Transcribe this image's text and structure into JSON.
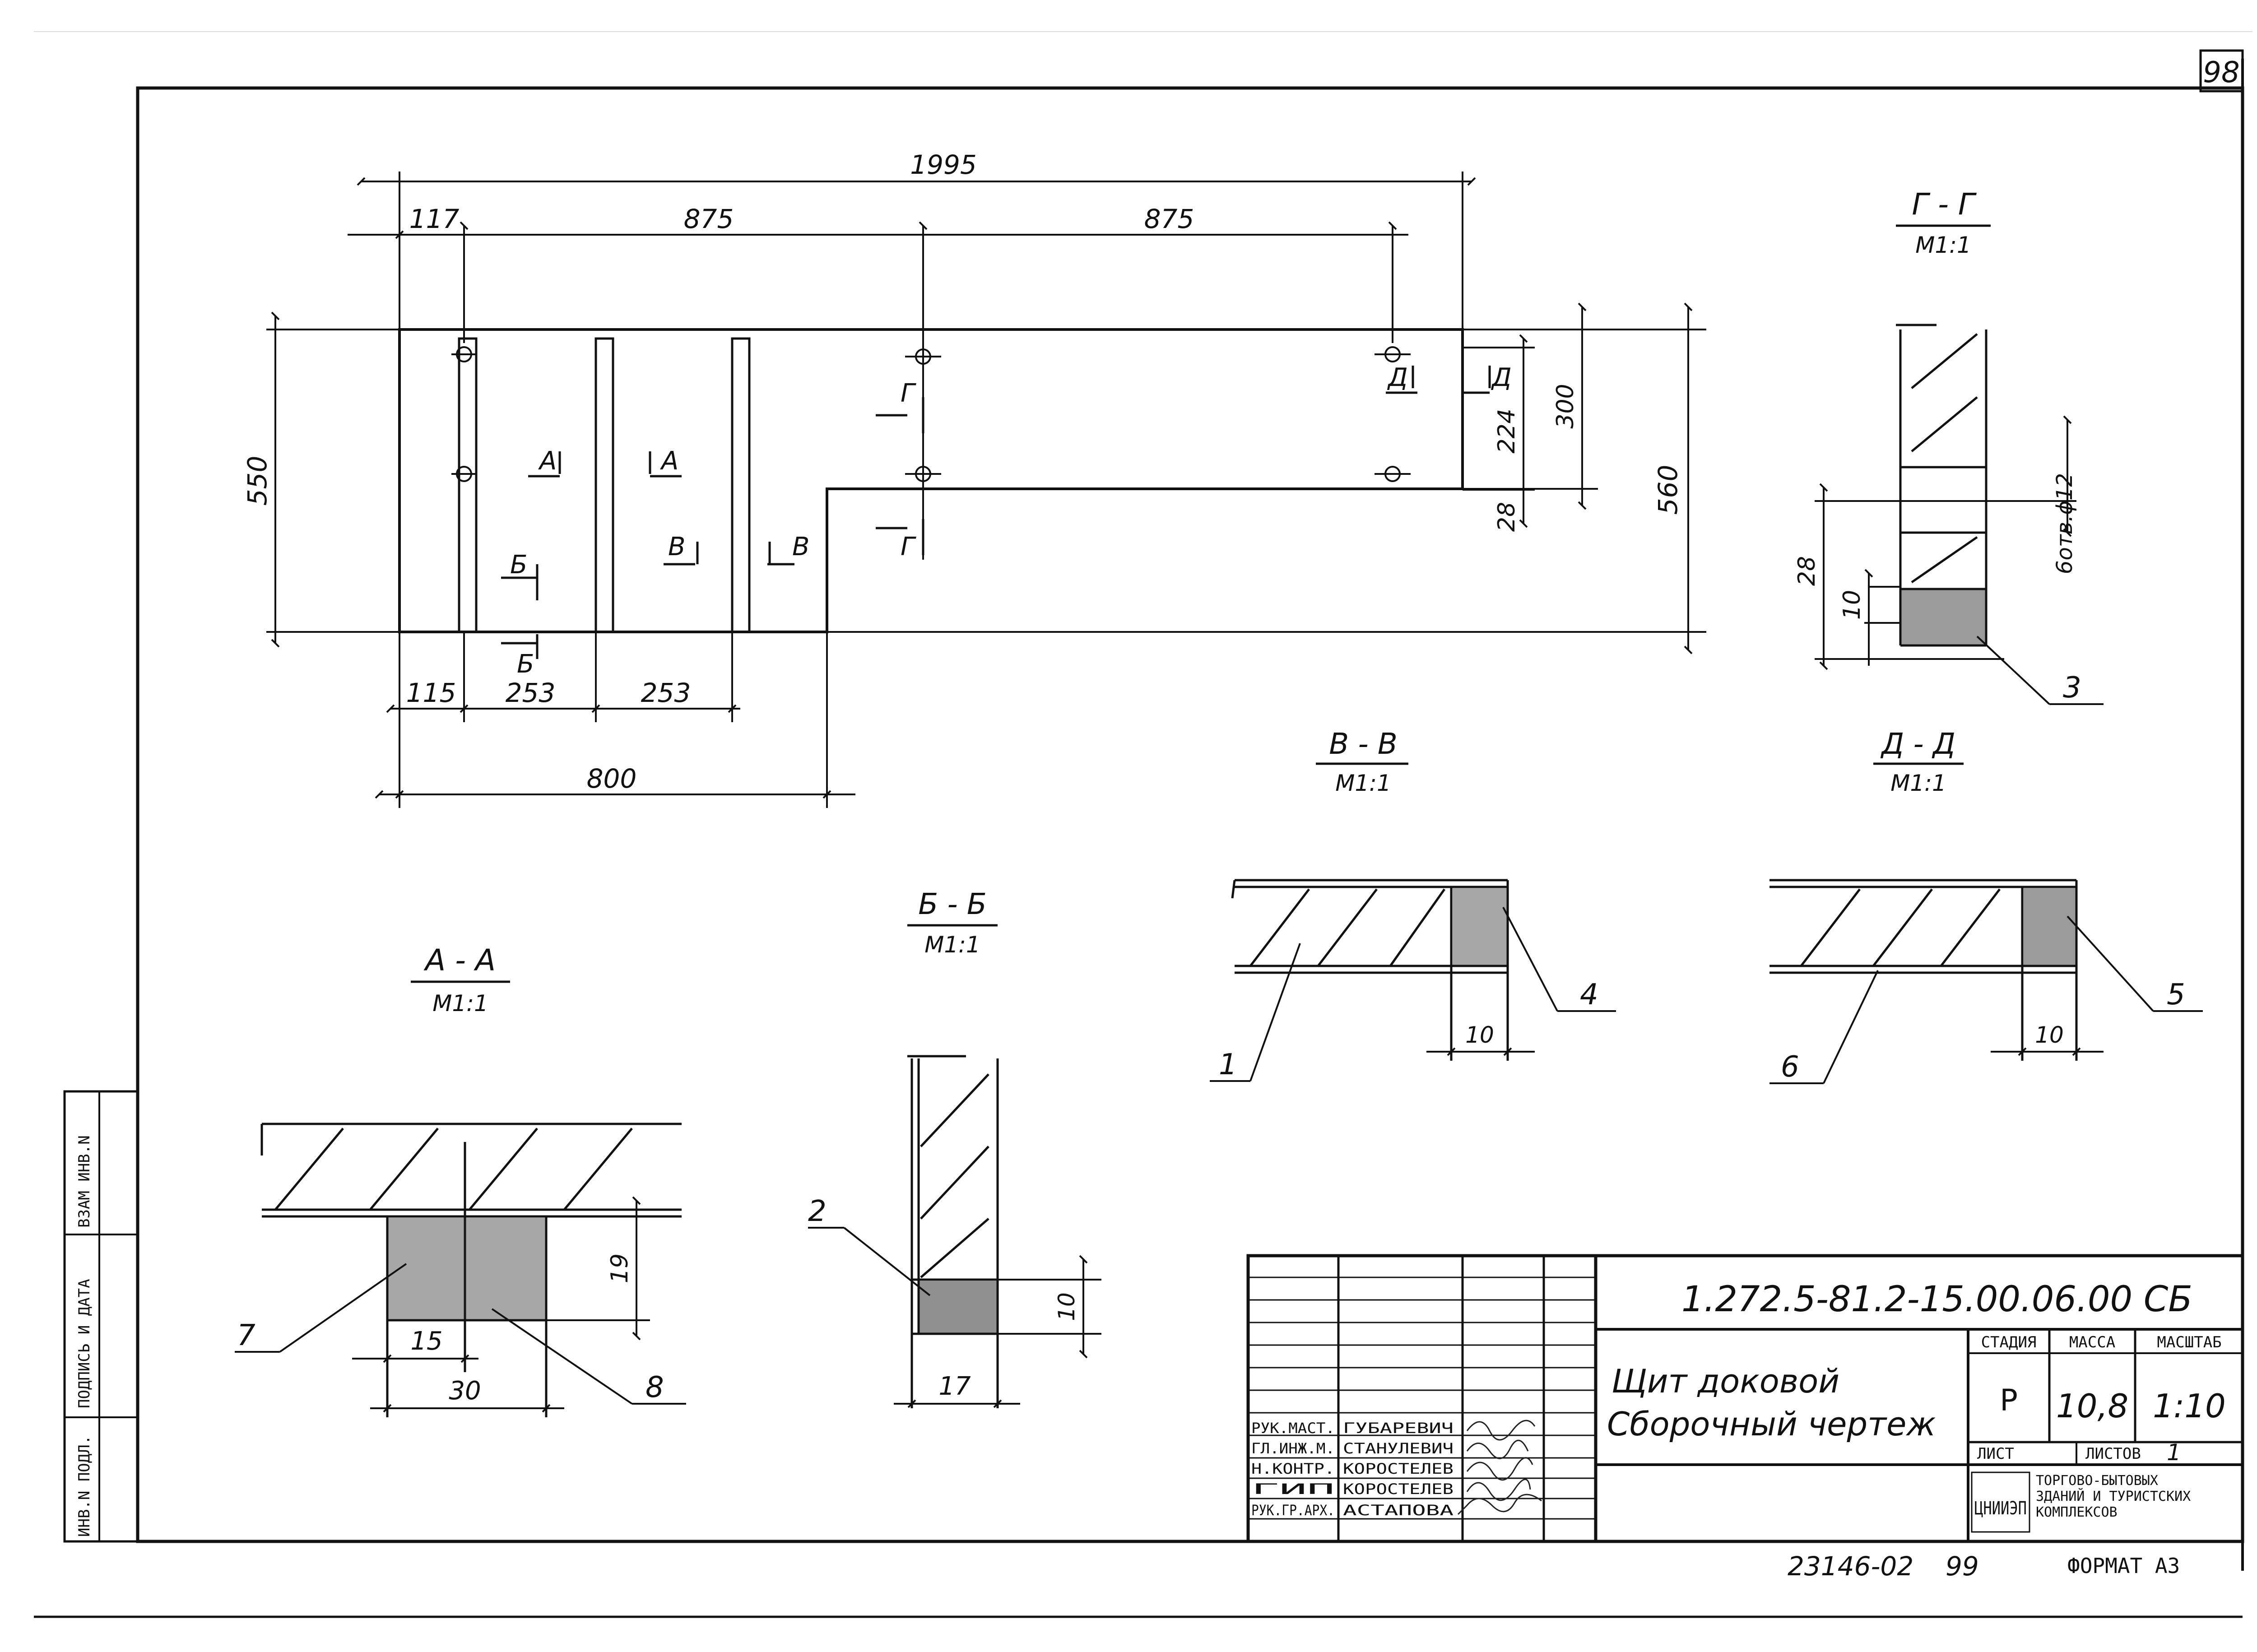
{
  "sheet": {
    "sheet_number": "98",
    "footer_code": "23146-02",
    "footer_page": "99",
    "footer_format": "ФОРМАТ А3"
  },
  "plan": {
    "dimensions": {
      "overall_length": "1995",
      "left_offset_top": "117",
      "span_1": "875",
      "span_2": "875",
      "height_left": "550",
      "height_right": "560",
      "height_notch": "300",
      "notch_inner": "224",
      "notch_bottom": "28",
      "left_offset_bottom": "115",
      "rib_spacing_1": "253",
      "rib_spacing_2": "253",
      "bottom_length": "800"
    },
    "section_markers": {
      "a": "А",
      "b": "Б",
      "v": "В",
      "g": "Г",
      "d": "Д"
    }
  },
  "sections": {
    "aa": {
      "title": "А - А",
      "scale": "М1:1",
      "dim_width": "30",
      "dim_half": "15",
      "dim_height": "19",
      "callout_7": "7",
      "callout_8": "8"
    },
    "bb": {
      "title": "Б - Б",
      "scale": "М1:1",
      "dim_width": "17",
      "dim_height": "10",
      "callout_2": "2"
    },
    "vv": {
      "title": "В - В",
      "scale": "М1:1",
      "dim_width": "10",
      "callout_1": "1",
      "callout_4": "4"
    },
    "gg": {
      "title": "Г - Г",
      "scale": "М1:1",
      "dim_28": "28",
      "dim_10": "10",
      "hole_label": "6отв.ϕ12",
      "callout_3": "3"
    },
    "dd": {
      "title": "Д - Д",
      "scale": "М1:1",
      "dim_width": "10",
      "callout_5": "5",
      "callout_6": "6"
    }
  },
  "side_stamp": {
    "field_1": "ИНВ.N ПОДЛ.",
    "field_2": "ПОДПИСЬ И ДАТА",
    "field_3": "ВЗАМ ИНВ.N"
  },
  "title_block": {
    "designation": "1.272.5-81.2-15.00.06.00 СБ",
    "name_line_1": "Щит доковой",
    "name_line_2": "Сборочный чертеж",
    "stage_label": "СТАДИЯ",
    "mass_label": "МАССА",
    "scale_label": "МАСШТАБ",
    "stage": "Р",
    "mass": "10,8",
    "scale": "1:10",
    "sheet_label": "ЛИСТ",
    "sheets_label": "ЛИСТОВ",
    "sheets_value": "1",
    "org_logo": "ЦНИИЭП",
    "org_line_1": "ТОРГОВО-БЫТОВЫХ",
    "org_line_2": "ЗДАНИЙ И ТУРИСТСКИХ",
    "org_line_3": "КОМПЛЕКСОВ",
    "staff": [
      {
        "role": "РУК.МАСТ.",
        "name": "ГУБАРЕВИЧ"
      },
      {
        "role": "ГЛ.ИНЖ.М.",
        "name": "СТАНУЛЕВИЧ"
      },
      {
        "role": "Н.КОНТР.",
        "name": "КОРОСТЕЛЕВ"
      },
      {
        "role": "ГИП",
        "name": "КОРОСТЕЛЕВ"
      },
      {
        "role": "РУК.ГР.АРХ.",
        "name": "АСТАПОВА"
      }
    ]
  }
}
